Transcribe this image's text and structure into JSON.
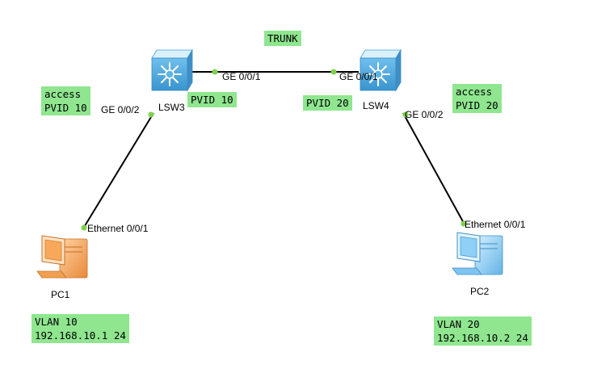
{
  "colors": {
    "link": "#000000",
    "port_dot": "#7dd24a",
    "box_bg": "#8fe68f",
    "switch": "#5ab6e6",
    "pc1": "#f0a050",
    "pc2": "#7ec4f0"
  },
  "link_label": "TRUNK",
  "devices": {
    "lsw3": {
      "label": "LSW3",
      "icon": "switch-icon"
    },
    "lsw4": {
      "label": "LSW4",
      "icon": "switch-icon"
    },
    "pc1": {
      "label": "PC1",
      "icon": "pc-icon"
    },
    "pc2": {
      "label": "PC2",
      "icon": "pc-icon"
    }
  },
  "ports": {
    "lsw3_trunk": "GE 0/0/1",
    "lsw4_trunk": "GE 0/0/1",
    "lsw3_access": "GE 0/0/2",
    "lsw4_access": "GE 0/0/2",
    "pc1_eth": "Ethernet 0/0/1",
    "pc2_eth": "Ethernet 0/0/1"
  },
  "notes": {
    "lsw3_access": [
      "access",
      "PVID 10"
    ],
    "lsw3_trunk_pvid": "PVID 10",
    "lsw4_trunk_pvid": "PVID 20",
    "lsw4_access": [
      "access",
      "PVID 20"
    ],
    "pc1": [
      "VLAN 10",
      "192.168.10.1 24"
    ],
    "pc2": [
      "VLAN 20",
      "192.168.10.2 24"
    ]
  }
}
